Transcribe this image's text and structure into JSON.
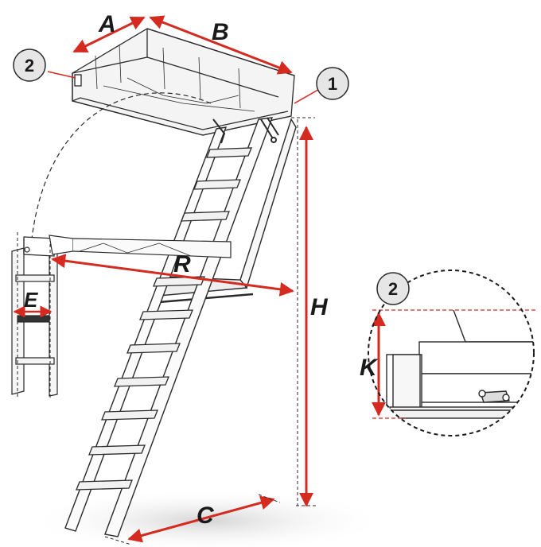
{
  "dimensions": {
    "a": "A",
    "b": "B",
    "c": "C",
    "e": "E",
    "h": "H",
    "k": "K",
    "r": "R"
  },
  "callouts": {
    "part_1": "1",
    "part_2": "2",
    "detail_2": "2"
  },
  "colors": {
    "dimension_line": "#d42a20",
    "outline": "#2a2a2a",
    "badge_fill": "#e6e6e6",
    "shadow": "#d8d8d8"
  }
}
